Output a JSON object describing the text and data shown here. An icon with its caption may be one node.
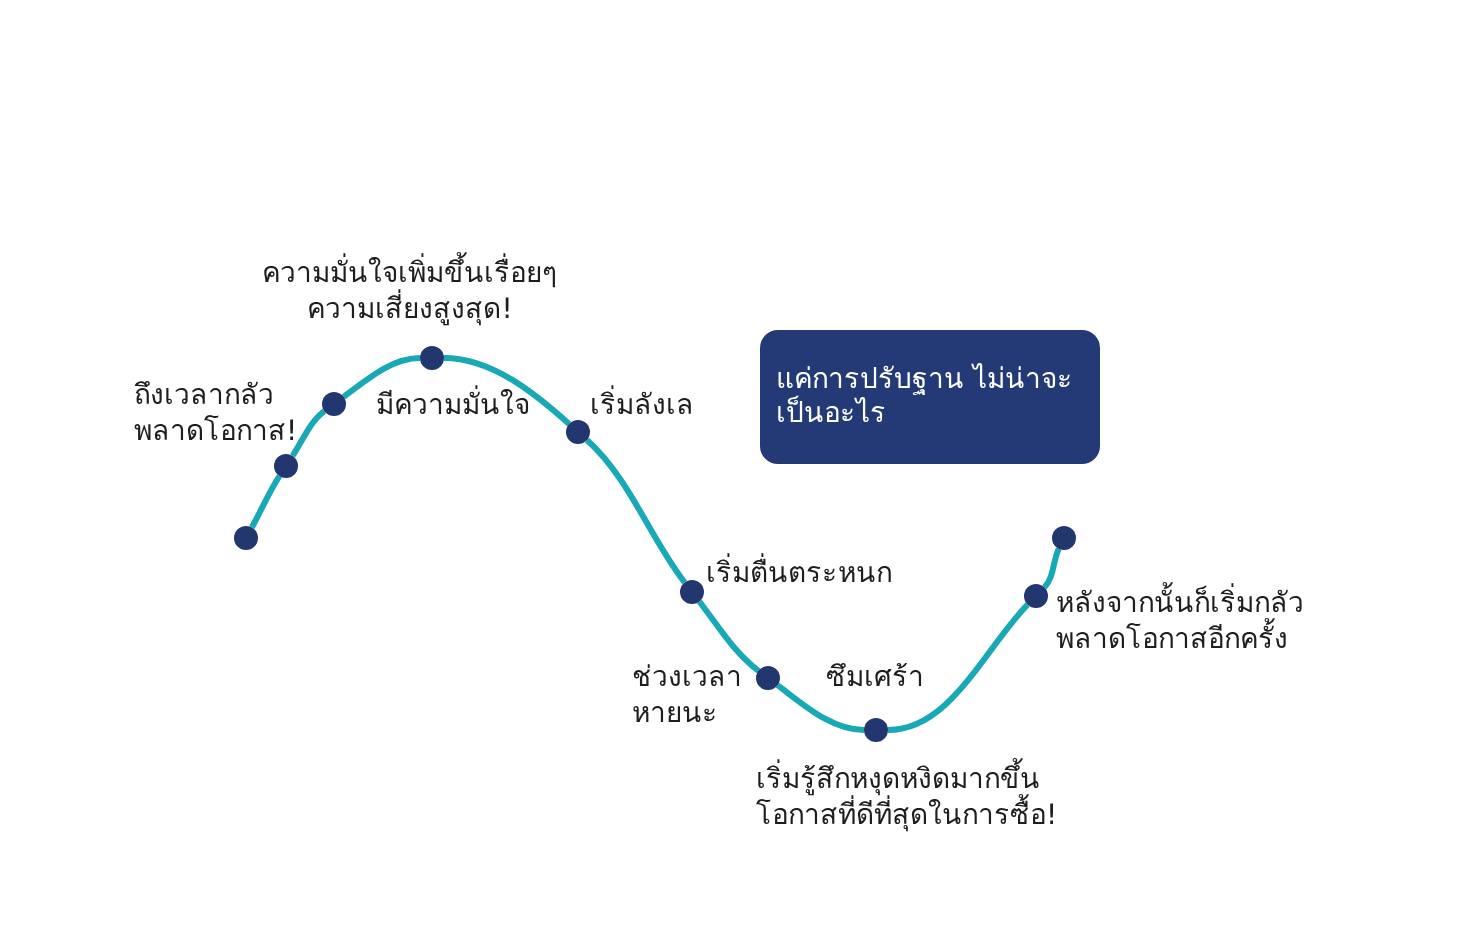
{
  "diagram": {
    "nodes": [
      {
        "text": [],
        "shape": "circle"
      },
      {
        "text": [],
        "shape": "circle",
        "beside": [
          "ถึงเวลากลัวพลาดโอกาส!"
        ]
      },
      {
        "text": [],
        "shape": "circle",
        "beside": [
          "มีความมั่นใจ"
        ]
      },
      {
        "text": [],
        "shape": "circle",
        "beside": [
          "ความมั่นใจเพิ่มขึ้นเรื่อยๆ ความเสี่ยงสูงสุด!"
        ]
      },
      {
        "text": [],
        "shape": "circle",
        "beside": [
          "เริ่มลังเล"
        ]
      },
      {
        "text": [],
        "shape": "circle",
        "beside": [
          "เริ่มตื่นตระหนก"
        ]
      },
      {
        "text": [],
        "shape": "circle",
        "beside": [
          "ช่วงเวลาหายนะ",
          "ซึมเศร้า"
        ]
      },
      {
        "text": [],
        "shape": "circle",
        "beside": [
          "เริ่มรู้สึกหงุดหงิดมากขึ้น โอกาสที่ดีที่สุดในการซื้อ!"
        ]
      },
      {
        "text": [],
        "shape": "circle",
        "beside": [
          "หลังจากนั้นก็เริ่มกลัวพลาดโอกาสอีกครั้ง"
        ]
      },
      {
        "text": [],
        "shape": "circle"
      },
      {
        "text": [
          "แค่การปรับฐาน ไม่น่าจะเป็นอะไร"
        ]
      }
    ],
    "edges": [
      {
        "from": 0,
        "to": 1,
        "arrow": "none"
      },
      {
        "from": 1,
        "to": 2,
        "arrow": "none"
      },
      {
        "from": 2,
        "to": 3,
        "arrow": "none"
      },
      {
        "from": 3,
        "to": 4,
        "arrow": "none"
      },
      {
        "from": 4,
        "to": 5,
        "arrow": "none"
      },
      {
        "from": 5,
        "to": 6,
        "arrow": "none"
      },
      {
        "from": 6,
        "to": 7,
        "arrow": "none"
      },
      {
        "from": 7,
        "to": 8,
        "arrow": "none"
      },
      {
        "from": 8,
        "to": 9,
        "arrow": "none"
      }
    ]
  }
}
